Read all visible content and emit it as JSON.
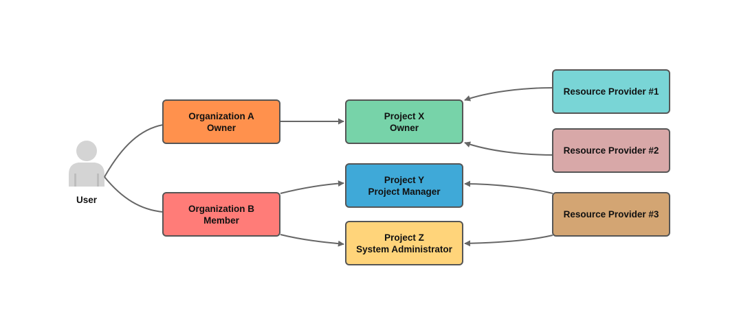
{
  "user": {
    "label": "User",
    "icon": "user-icon",
    "icon_color": "#d4d4d4"
  },
  "organizations": [
    {
      "id": "org-a",
      "name": "Organization A",
      "role": "Owner",
      "color": "#ff914d"
    },
    {
      "id": "org-b",
      "name": "Organization B",
      "role": "Member",
      "color": "#ff7c78"
    }
  ],
  "projects": [
    {
      "id": "project-x",
      "name": "Project X",
      "role": "Owner",
      "color": "#77d3a9"
    },
    {
      "id": "project-y",
      "name": "Project Y",
      "role": "Project Manager",
      "color": "#3fa9d8"
    },
    {
      "id": "project-z",
      "name": "Project Z",
      "role": "System Administrator",
      "color": "#ffd47a"
    }
  ],
  "resource_providers": [
    {
      "id": "rp1",
      "name": "Resource Provider #1",
      "color": "#79d5d6"
    },
    {
      "id": "rp2",
      "name": "Resource Provider #2",
      "color": "#d8a8a8"
    },
    {
      "id": "rp3",
      "name": "Resource Provider #3",
      "color": "#d3a573"
    }
  ],
  "colors": {
    "border": "#555555",
    "connector": "#666666"
  }
}
